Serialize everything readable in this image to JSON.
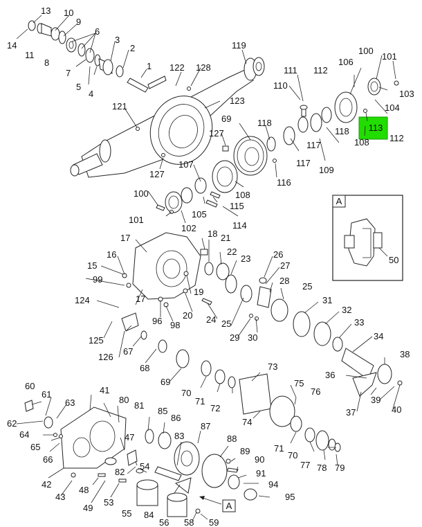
{
  "highlight": {
    "label": "113",
    "color": "#22dd00"
  },
  "view_marker": "A",
  "inset": {
    "letter": "A",
    "callout": "50"
  },
  "callouts": {
    "c1": "1",
    "c2": "2",
    "c3": "3",
    "c4": "4",
    "c5": "5",
    "c6": "6",
    "c7": "7",
    "c8": "8",
    "c9": "9",
    "c10": "10",
    "c11": "11",
    "c13": "13",
    "c14": "14",
    "c15": "15",
    "c16": "16",
    "c17a": "17",
    "c17b": "17",
    "c18": "18",
    "c19": "19",
    "c20": "20",
    "c21": "21",
    "c22": "22",
    "c23": "23",
    "c24": "24",
    "c25a": "25",
    "c25b": "25",
    "c26": "26",
    "c27": "27",
    "c28": "28",
    "c29": "29",
    "c30": "30",
    "c31": "31",
    "c32": "32",
    "c33": "33",
    "c34": "34",
    "c36": "36",
    "c37": "37",
    "c38": "38",
    "c39": "39",
    "c40": "40",
    "c41": "41",
    "c42": "42",
    "c43": "43",
    "c47": "47",
    "c48": "48",
    "c49": "49",
    "c53": "53",
    "c54": "54",
    "c55": "55",
    "c56": "56",
    "c58": "58",
    "c59": "59",
    "c60": "60",
    "c61": "61",
    "c62": "62",
    "c63": "63",
    "c64": "64",
    "c65": "65",
    "c66": "66",
    "c67": "67",
    "c68": "68",
    "c69a": "69",
    "c69b": "69",
    "c70a": "70",
    "c70b": "70",
    "c71a": "71",
    "c71b": "71",
    "c72": "72",
    "c73": "73",
    "c74": "74",
    "c75": "75",
    "c76": "76",
    "c77": "77",
    "c78": "78",
    "c79": "79",
    "c80": "80",
    "c81": "81",
    "c82": "82",
    "c83": "83",
    "c84": "84",
    "c85": "85",
    "c86": "86",
    "c87": "87",
    "c88": "88",
    "c89": "89",
    "c90": "90",
    "c91": "91",
    "c94": "94",
    "c95": "95",
    "c96": "96",
    "c98": "98",
    "c99": "99",
    "c100a": "100",
    "c100b": "100",
    "c101a": "101",
    "c101b": "101",
    "c102": "102",
    "c103": "103",
    "c104": "104",
    "c105": "105",
    "c106": "106",
    "c107": "107",
    "c108a": "108",
    "c108b": "108",
    "c109": "109",
    "c110": "110",
    "c111": "111",
    "c112a": "112",
    "c112b": "112",
    "c114": "114",
    "c115": "115",
    "c116": "116",
    "c117a": "117",
    "c117b": "117",
    "c118a": "118",
    "c118b": "118",
    "c119": "119",
    "c121": "121",
    "c122": "122",
    "c123": "123",
    "c124": "124",
    "c125": "125",
    "c126": "126",
    "c127a": "127",
    "c127b": "127",
    "c128": "128"
  }
}
